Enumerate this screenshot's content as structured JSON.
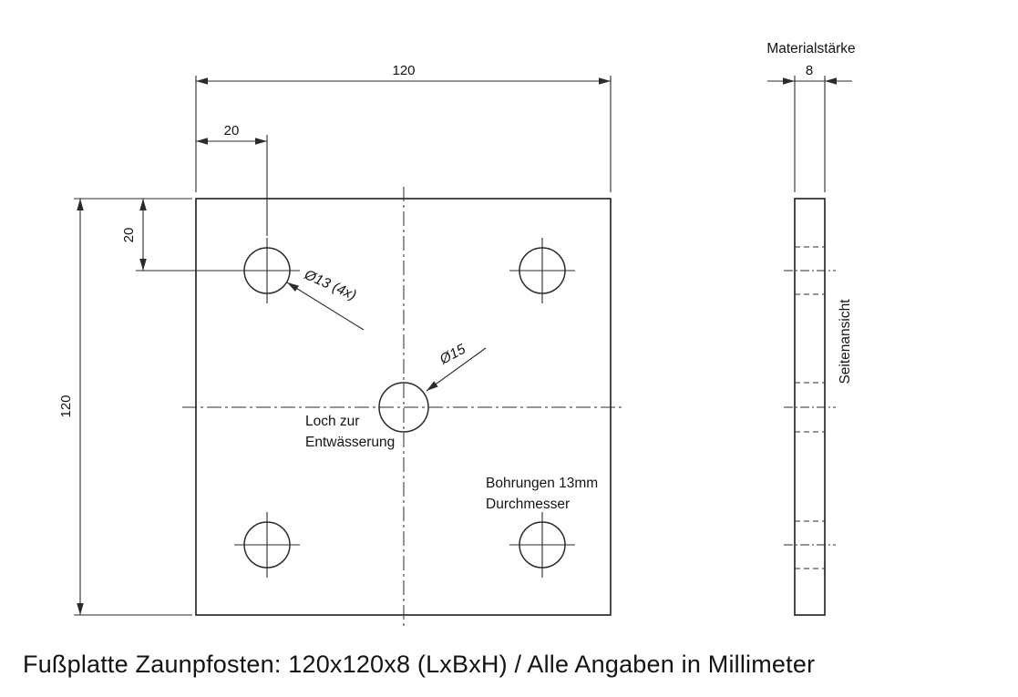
{
  "title": {
    "text": "Fußplatte Zaunpfosten: 120x120x8 (LxBxH) / Alle Angaben in Millimeter"
  },
  "front_view": {
    "dim_width_top": "120",
    "dim_hole_offset_top": "20",
    "dim_hole_offset_left": "20",
    "dim_height_left": "120",
    "label_corner_holes": "Ø13 (4x)",
    "label_center_hole": "Ø15",
    "note_drainage": [
      "Loch zur",
      "Entwässerung"
    ],
    "note_bore": [
      "Bohrungen 13mm",
      "Durchmesser"
    ]
  },
  "side_view": {
    "heading": "Materialstärke",
    "dim_thickness": "8",
    "label_rotated": "Seitenansicht"
  }
}
